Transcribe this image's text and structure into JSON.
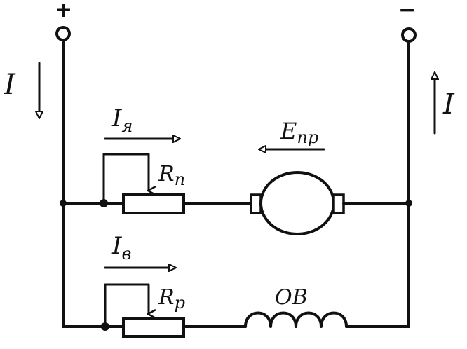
{
  "terminals": {
    "plus": "+",
    "minus": "−"
  },
  "currents": {
    "left": "I",
    "right": "I",
    "armature": {
      "base": "I",
      "sub": "я"
    },
    "field": {
      "base": "I",
      "sub": "в"
    }
  },
  "components": {
    "starting_rheostat": {
      "base": "R",
      "sub": "п"
    },
    "field_rheostat": {
      "base": "R",
      "sub": "р"
    },
    "field_winding": "ОВ",
    "counter_emf": {
      "base": "E",
      "sub": "пр"
    }
  },
  "colors": {
    "ink": "#111111",
    "paper": "#ffffff"
  }
}
